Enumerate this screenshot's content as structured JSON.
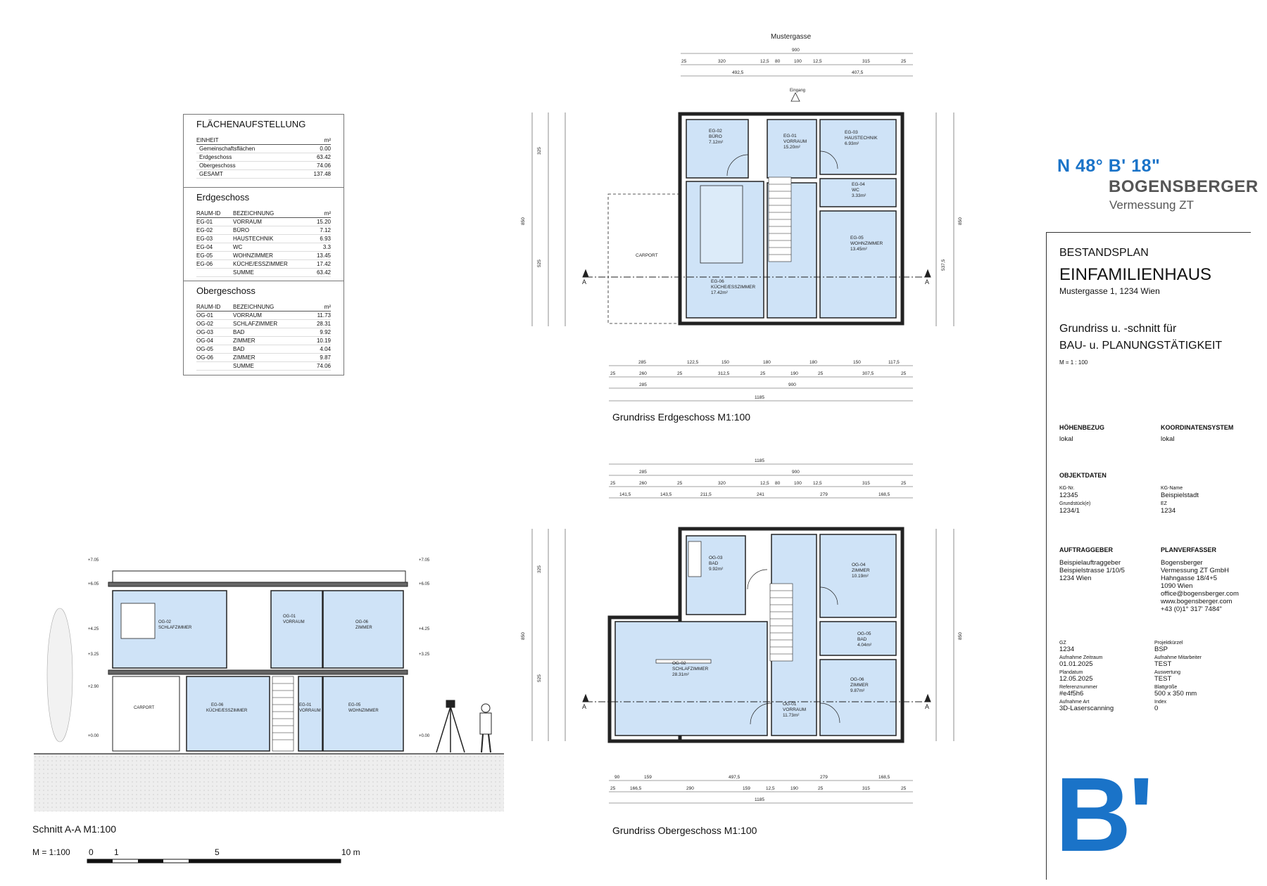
{
  "street_label": "Mustergasse",
  "entrance_label": "Eingang",
  "header": {
    "coord": "N 48° B' 18\"",
    "brand": "BOGENSBERGER",
    "brand_sub": "Vermessung ZT"
  },
  "area_table": {
    "title": "FLÄCHENAUFSTELLUNG",
    "summary_headers": [
      "EINHEIT",
      "m²"
    ],
    "summary": [
      [
        "Gemeinschaftsflächen",
        "0.00"
      ],
      [
        "Erdgeschoss",
        "63.42"
      ],
      [
        "Obergeschoss",
        "74.06"
      ],
      [
        "GESAMT",
        "137.48"
      ]
    ],
    "eg_title": "Erdgeschoss",
    "room_headers": [
      "RAUM-ID",
      "BEZEICHNUNG",
      "m²"
    ],
    "eg_rooms": [
      [
        "EG-01",
        "VORRAUM",
        "15.20"
      ],
      [
        "EG-02",
        "BÜRO",
        "7.12"
      ],
      [
        "EG-03",
        "HAUSTECHNIK",
        "6.93"
      ],
      [
        "EG-04",
        "WC",
        "3.3"
      ],
      [
        "EG-05",
        "WOHNZIMMER",
        "13.45"
      ],
      [
        "EG-06",
        "KÜCHE/ESSZIMMER",
        "17.42"
      ],
      [
        "",
        "SUMME",
        "63.42"
      ]
    ],
    "og_title": "Obergeschoss",
    "og_rooms": [
      [
        "OG-01",
        "VORRAUM",
        "11.73"
      ],
      [
        "OG-02",
        "SCHLAFZIMMER",
        "28.31"
      ],
      [
        "OG-03",
        "BAD",
        "9.92"
      ],
      [
        "OG-04",
        "ZIMMER",
        "10.19"
      ],
      [
        "OG-05",
        "BAD",
        "4.04"
      ],
      [
        "OG-06",
        "ZIMMER",
        "9.87"
      ],
      [
        "",
        "SUMME",
        "74.06"
      ]
    ]
  },
  "title_block": {
    "kind": "BESTANDSPLAN",
    "object": "EINFAMILIENHAUS",
    "address": "Mustergasse 1, 1234 Wien",
    "subtitle1": "Grundriss u. -schnitt für",
    "subtitle2": "BAU- u. PLANUNGSTÄTIGKEIT",
    "scale": "M = 1 : 100",
    "hoehen_label": "HÖHENBEZUG",
    "hoehen_value": "lokal",
    "koord_label": "KOORDINATENSYSTEM",
    "koord_value": "lokal",
    "objekt_label": "OBJEKTDATEN",
    "kgnr_label": "KG-Nr.",
    "kgnr": "12345",
    "kgname_label": "KG-Name",
    "kgname": "Beispielstadt",
    "gst_label": "Grundstück(e)",
    "gst": "1234/1",
    "ez_label": "EZ",
    "ez": "1234",
    "auftraggeber_label": "AUFTRAGGEBER",
    "auftraggeber": [
      "Beispielauftraggeber",
      "Beispielstrasse 1/10/5",
      "1234 Wien"
    ],
    "planverfasser_label": "PLANVERFASSER",
    "planverfasser": [
      "Bogensberger",
      "Vermessung ZT GmbH",
      "Hahngasse 18/4+5",
      "1090 Wien",
      "office@bogensberger.com",
      "www.bogensberger.com",
      "+43 (0)1° 317' 7484\""
    ],
    "meta": [
      [
        "GZ",
        "1234",
        "Projektkürzel",
        "BSP"
      ],
      [
        "Aufnahme Zeitraum",
        "01.01.2025",
        "Aufnahme Mitarbeiter",
        "TEST"
      ],
      [
        "Plandatum",
        "12.05.2025",
        "Auswertung",
        "TEST"
      ],
      [
        "Referenznummer",
        "#e4f5h6",
        "Blattgröße",
        "500 x 350 mm"
      ],
      [
        "Aufnahme Art",
        "3D-Laserscanning",
        "Index",
        "0"
      ]
    ],
    "logo": "B'"
  },
  "captions": {
    "eg": "Grundriss Erdgeschoss M1:100",
    "og": "Grundriss Obergeschoss M1:100",
    "section": "Schnitt A-A M1:100",
    "scale_bar": "M = 1:100",
    "scale_ticks": [
      "0",
      "1",
      "5",
      "10 m"
    ]
  },
  "eg_plan": {
    "top_dims_1": [
      "900"
    ],
    "top_dims_2": [
      "25",
      "320",
      "12,5",
      "80",
      "100",
      "12,5",
      "315",
      "25"
    ],
    "top_dims_3": [
      "492,5",
      "407,5"
    ],
    "bottom_dims_1": [
      "285",
      "122,5",
      "150",
      "180",
      "180",
      "150",
      "117,5"
    ],
    "bottom_dims_2": [
      "25",
      "260",
      "25",
      "312,5",
      "25",
      "190",
      "25",
      "307,5",
      "25"
    ],
    "bottom_dims_3": [
      "285",
      "900"
    ],
    "bottom_dims_4": [
      "1185"
    ],
    "rooms": [
      {
        "id": "EG-02",
        "name": "BÜRO",
        "area": "7.12m²"
      },
      {
        "id": "EG-01",
        "name": "VORRAUM",
        "area": "15.20m²"
      },
      {
        "id": "EG-03",
        "name": "HAUSTECHNIK",
        "area": "6.93m²"
      },
      {
        "id": "EG-04",
        "name": "WC",
        "area": "3.33m²"
      },
      {
        "id": "EG-05",
        "name": "WOHNZIMMER",
        "area": "13.45m²"
      },
      {
        "id": "EG-06",
        "name": "KÜCHE/ESSZIMMER",
        "area": "17.42m²"
      }
    ],
    "carport": "CARPORT",
    "section_mark": "A",
    "left_dims": [
      "850",
      "325",
      "525"
    ],
    "right_dims": [
      "850",
      "537,5"
    ]
  },
  "og_plan": {
    "top_dims_1": [
      "1185"
    ],
    "top_dims_2": [
      "285",
      "900"
    ],
    "top_dims_3": [
      "25",
      "260",
      "25",
      "320",
      "12,5",
      "80",
      "100",
      "12,5",
      "315",
      "25"
    ],
    "top_dims_4": [
      "141,5",
      "143,5",
      "211,5",
      "241",
      "279",
      "168,5"
    ],
    "bottom_dims_1": [
      "90",
      "159",
      "497,5",
      "279",
      "168,5"
    ],
    "bottom_dims_2": [
      "25",
      "166,5",
      "290",
      "159",
      "12,5",
      "190",
      "25",
      "315",
      "25"
    ],
    "bottom_dims_3": [
      "1185"
    ],
    "rooms": [
      {
        "id": "OG-03",
        "name": "BAD",
        "area": "9.92m²"
      },
      {
        "id": "OG-01",
        "name": "VORRAUM",
        "area": "11.73m²"
      },
      {
        "id": "OG-04",
        "name": "ZIMMER",
        "area": "10.19m²"
      },
      {
        "id": "OG-05",
        "name": "BAD",
        "area": "4.04m²"
      },
      {
        "id": "OG-02",
        "name": "SCHLAFZIMMER",
        "area": "28.31m²"
      },
      {
        "id": "OG-06",
        "name": "ZIMMER",
        "area": "9.87m²"
      }
    ],
    "section_mark": "A",
    "left_dims": [
      "850",
      "325",
      "525"
    ],
    "right_dims": [
      "850"
    ]
  },
  "section": {
    "rooms_upper": [
      {
        "id": "OG-02",
        "name": "SCHLAFZIMMER"
      },
      {
        "id": "OG-01",
        "name": "VORRAUM"
      },
      {
        "id": "OG-06",
        "name": "ZIMMER"
      }
    ],
    "rooms_lower": [
      {
        "id": "",
        "name": "CARPORT"
      },
      {
        "id": "EG-06",
        "name": "KÜCHE/ESSZIMMER"
      },
      {
        "id": "EG-01",
        "name": "VORRAUM"
      },
      {
        "id": "EG-05",
        "name": "WOHNZIMMER"
      }
    ],
    "levels": [
      "+7.05",
      "+6.05",
      "+4.25",
      "+3.25",
      "+2.90",
      "+0.00"
    ]
  }
}
